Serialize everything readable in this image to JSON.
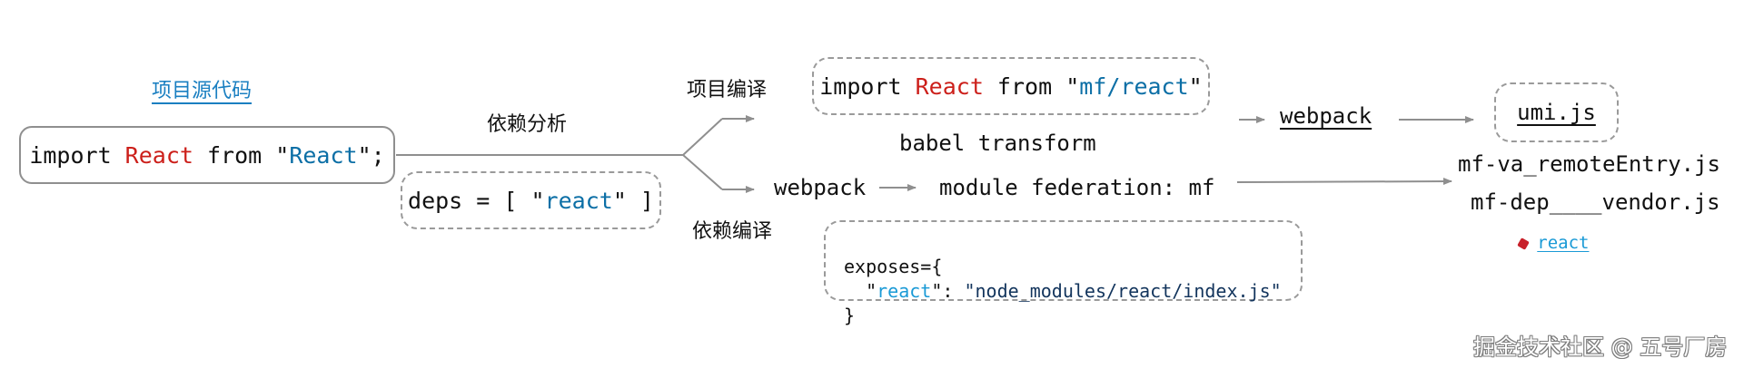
{
  "source": {
    "title": "项目源代码",
    "code": {
      "kw1": "import ",
      "name": "React",
      "kw2": " from ",
      "q1": "\"",
      "module": "React",
      "q2": "\";"
    }
  },
  "labels": {
    "dep_analysis": "依赖分析",
    "project_compile": "项目编译",
    "dep_compile": "依赖编译",
    "babel_transform": "babel transform"
  },
  "deps": {
    "prefix": "deps = [ \"",
    "name": "react",
    "suffix": "\" ]"
  },
  "mf_import": {
    "kw1": "import ",
    "name": "React",
    "kw2": " from ",
    "q1": "\"",
    "module": "mf/react",
    "q2": "\""
  },
  "webpack_top": "webpack",
  "webpack_bottom": "webpack",
  "module_federation": "module federation: mf",
  "exposes": {
    "line1": "exposes={",
    "line2_pre": "  \"",
    "line2_name": "react",
    "line2_mid": "\": ",
    "line2_path": "\"node_modules/react/index.js\"",
    "line3": "}"
  },
  "outputs": {
    "umi": "umi.js",
    "remote_entry": "mf-va_remoteEntry.js",
    "vendor": "mf-dep____vendor.js",
    "react_link": "react"
  },
  "icons": {
    "react_link_icon": "cube-icon"
  },
  "colors": {
    "keyword_highlight": "#cc1f1a",
    "module_string": "#0c6fa6",
    "link": "#1a9ad6",
    "border": "#8f8f8f"
  },
  "watermark": "掘金技术社区 @ 五号厂房"
}
